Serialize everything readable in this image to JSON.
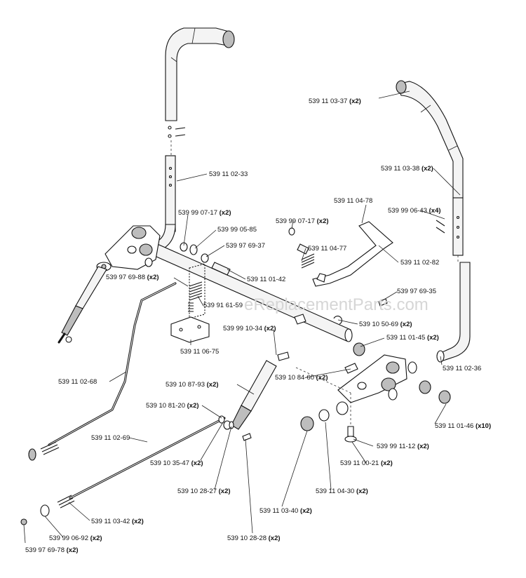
{
  "watermark": "eReplacementParts.com",
  "parts": [
    {
      "id": "p1",
      "number": "539 11 03-37",
      "qty": "(x2)"
    },
    {
      "id": "p2",
      "number": "539 11 03-38",
      "qty": "(x2)"
    },
    {
      "id": "p3",
      "number": "539 11 02-33",
      "qty": ""
    },
    {
      "id": "p4",
      "number": "539 11 04-78",
      "qty": ""
    },
    {
      "id": "p5",
      "number": "539 99 06-43",
      "qty": "(x4)"
    },
    {
      "id": "p6",
      "number": "539 99 07-17",
      "qty": "(x2)"
    },
    {
      "id": "p7",
      "number": "539 99 07-17",
      "qty": "(x2)"
    },
    {
      "id": "p8",
      "number": "539 99 05-85",
      "qty": ""
    },
    {
      "id": "p9",
      "number": "539 97 69-37",
      "qty": ""
    },
    {
      "id": "p10",
      "number": "539 11 04-77",
      "qty": ""
    },
    {
      "id": "p11",
      "number": "539 11 02-82",
      "qty": ""
    },
    {
      "id": "p12",
      "number": "539 97 69-88",
      "qty": "(x2)"
    },
    {
      "id": "p13",
      "number": "539 11 01-42",
      "qty": ""
    },
    {
      "id": "p14",
      "number": "539 97 69-35",
      "qty": ""
    },
    {
      "id": "p15",
      "number": "539 91 61-59",
      "qty": ""
    },
    {
      "id": "p16",
      "number": "539 10 50-69",
      "qty": "(x2)"
    },
    {
      "id": "p17",
      "number": "539 99 10-34",
      "qty": "(x2)"
    },
    {
      "id": "p18",
      "number": "539 11 01-45",
      "qty": "(x2)"
    },
    {
      "id": "p19",
      "number": "539 11 06-75",
      "qty": ""
    },
    {
      "id": "p20",
      "number": "539 11 02-36",
      "qty": ""
    },
    {
      "id": "p21",
      "number": "539 10 84-60",
      "qty": "(x2)"
    },
    {
      "id": "p22",
      "number": "539 11 02-68",
      "qty": ""
    },
    {
      "id": "p23",
      "number": "539 10 87-93",
      "qty": "(x2)"
    },
    {
      "id": "p24",
      "number": "539 10 81-20",
      "qty": "(x2)"
    },
    {
      "id": "p25",
      "number": "539 11 01-46",
      "qty": "(x10)"
    },
    {
      "id": "p26",
      "number": "539 11 02-69",
      "qty": ""
    },
    {
      "id": "p27",
      "number": "539 99 11-12",
      "qty": "(x2)"
    },
    {
      "id": "p28",
      "number": "539 10 35-47",
      "qty": "(x2)"
    },
    {
      "id": "p29",
      "number": "539 11 00-21",
      "qty": "(x2)"
    },
    {
      "id": "p30",
      "number": "539 10 28-27",
      "qty": "(x2)"
    },
    {
      "id": "p31",
      "number": "539 11 04-30",
      "qty": "(x2)"
    },
    {
      "id": "p32",
      "number": "539 11 03-42",
      "qty": "(x2)"
    },
    {
      "id": "p33",
      "number": "539 11 03-40",
      "qty": "(x2)"
    },
    {
      "id": "p34",
      "number": "539 99 06-92",
      "qty": "(x2)"
    },
    {
      "id": "p35",
      "number": "539 10 28-28",
      "qty": "(x2)"
    },
    {
      "id": "p36",
      "number": "539 97 69-78",
      "qty": "(x2)"
    }
  ]
}
